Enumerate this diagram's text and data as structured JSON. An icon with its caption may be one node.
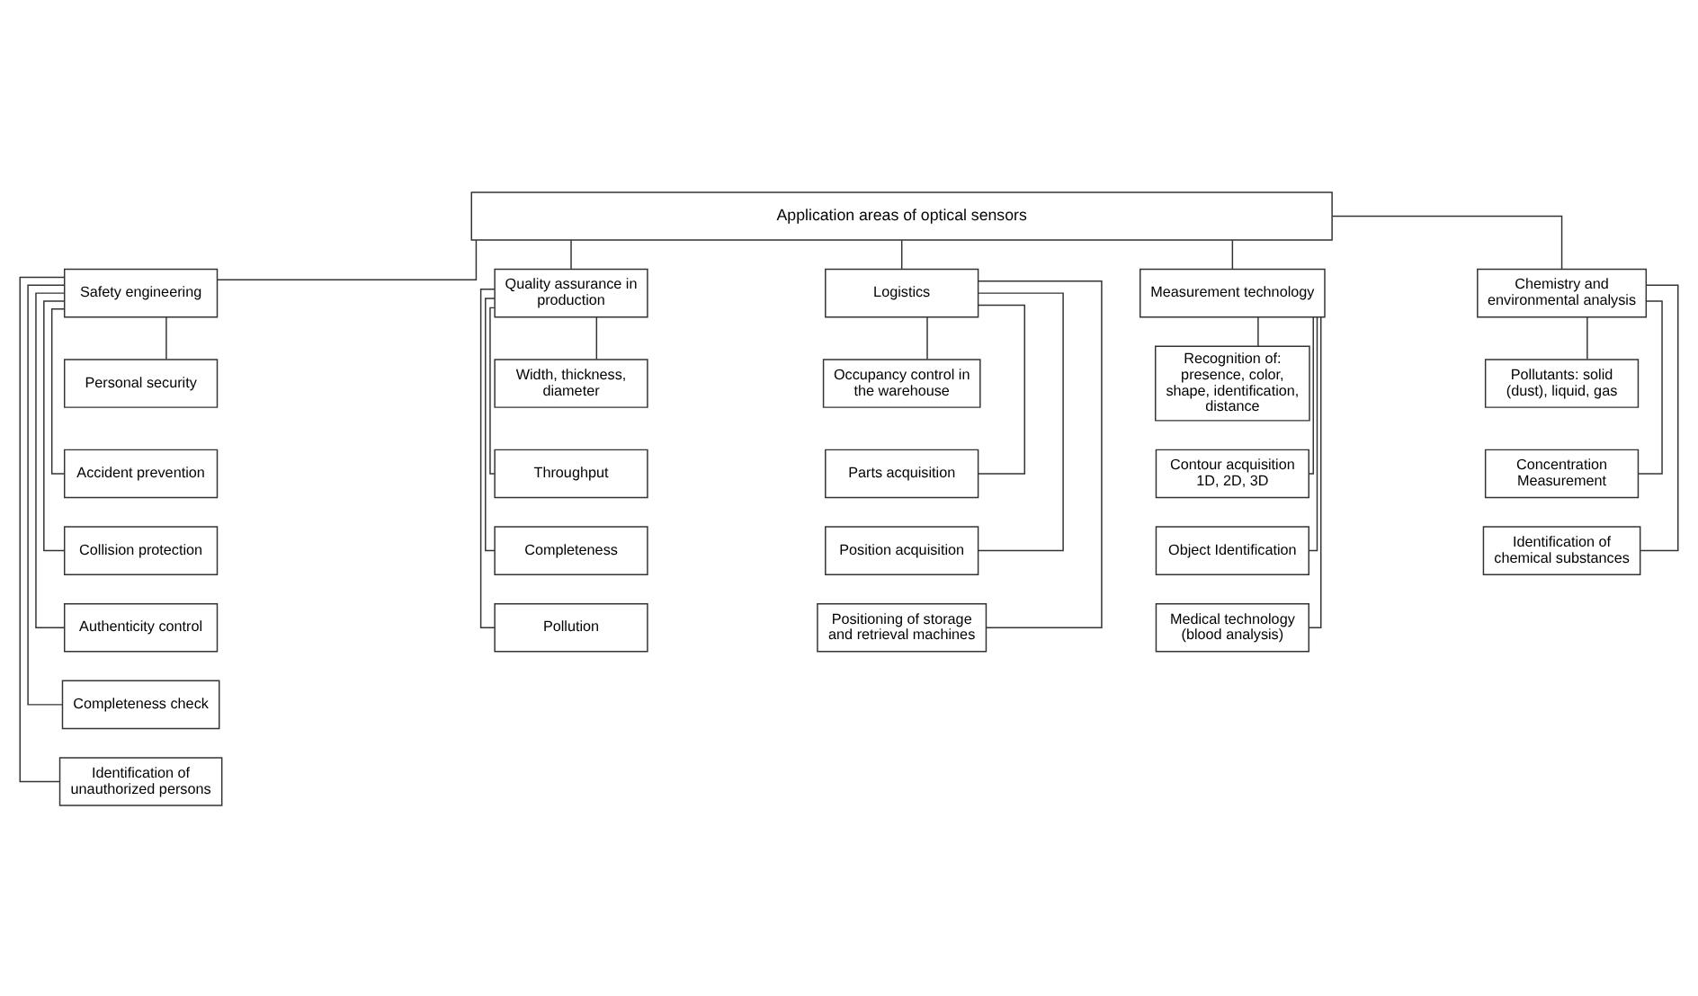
{
  "diagram": {
    "nodes": [
      {
        "text": [
          "Application areas of optical sensors"
        ]
      },
      {
        "text": [
          "Safety engineering"
        ]
      },
      {
        "text": [
          "Quality assurance in production"
        ]
      },
      {
        "text": [
          "Logistics"
        ]
      },
      {
        "text": [
          "Measurement technology"
        ]
      },
      {
        "text": [
          "Chemistry and environmental analysis"
        ]
      },
      {
        "text": [
          "Personal security"
        ]
      },
      {
        "text": [
          "Accident prevention"
        ]
      },
      {
        "text": [
          "Collision protection"
        ]
      },
      {
        "text": [
          "Authenticity control"
        ]
      },
      {
        "text": [
          "Completeness check"
        ]
      },
      {
        "text": [
          "Identification of unauthorized persons"
        ]
      },
      {
        "text": [
          "Width, thickness, diameter"
        ]
      },
      {
        "text": [
          "Throughput"
        ]
      },
      {
        "text": [
          "Completeness"
        ]
      },
      {
        "text": [
          "Pollution"
        ]
      },
      {
        "text": [
          "Occupancy control in the warehouse"
        ]
      },
      {
        "text": [
          "Parts acquisition"
        ]
      },
      {
        "text": [
          "Position acquisition"
        ]
      },
      {
        "text": [
          "Positioning of storage and retrieval machines"
        ]
      },
      {
        "text": [
          "Recognition of: presence, color, shape, identification, distance"
        ]
      },
      {
        "text": [
          "Contour acquisition 1D, 2D, 3D"
        ]
      },
      {
        "text": [
          "Object Identification"
        ]
      },
      {
        "text": [
          "Medical technology (blood analysis)"
        ]
      },
      {
        "text": [
          "Pollutants: solid (dust), liquid, gas"
        ]
      },
      {
        "text": [
          "Concentration Measurement"
        ]
      },
      {
        "text": [
          "Identification of chemical substances"
        ]
      }
    ],
    "edges": [
      {
        "from": 0,
        "to": 1,
        "arrow": "none"
      },
      {
        "from": 0,
        "to": 2,
        "arrow": "none"
      },
      {
        "from": 0,
        "to": 3,
        "arrow": "none"
      },
      {
        "from": 0,
        "to": 4,
        "arrow": "none"
      },
      {
        "from": 0,
        "to": 5,
        "arrow": "none"
      },
      {
        "from": 1,
        "to": 6,
        "arrow": "none"
      },
      {
        "from": 1,
        "to": 7,
        "arrow": "none"
      },
      {
        "from": 1,
        "to": 8,
        "arrow": "none"
      },
      {
        "from": 1,
        "to": 9,
        "arrow": "none"
      },
      {
        "from": 1,
        "to": 10,
        "arrow": "none"
      },
      {
        "from": 1,
        "to": 11,
        "arrow": "none"
      },
      {
        "from": 2,
        "to": 12,
        "arrow": "none"
      },
      {
        "from": 2,
        "to": 13,
        "arrow": "none"
      },
      {
        "from": 2,
        "to": 14,
        "arrow": "none"
      },
      {
        "from": 2,
        "to": 15,
        "arrow": "none"
      },
      {
        "from": 3,
        "to": 16,
        "arrow": "none"
      },
      {
        "from": 3,
        "to": 17,
        "arrow": "none"
      },
      {
        "from": 3,
        "to": 18,
        "arrow": "none"
      },
      {
        "from": 3,
        "to": 19,
        "arrow": "none"
      },
      {
        "from": 4,
        "to": 20,
        "arrow": "none"
      },
      {
        "from": 4,
        "to": 21,
        "arrow": "none"
      },
      {
        "from": 4,
        "to": 22,
        "arrow": "none"
      },
      {
        "from": 4,
        "to": 23,
        "arrow": "none"
      },
      {
        "from": 5,
        "to": 24,
        "arrow": "none"
      },
      {
        "from": 5,
        "to": 25,
        "arrow": "none"
      },
      {
        "from": 5,
        "to": 26,
        "arrow": "none"
      }
    ]
  }
}
